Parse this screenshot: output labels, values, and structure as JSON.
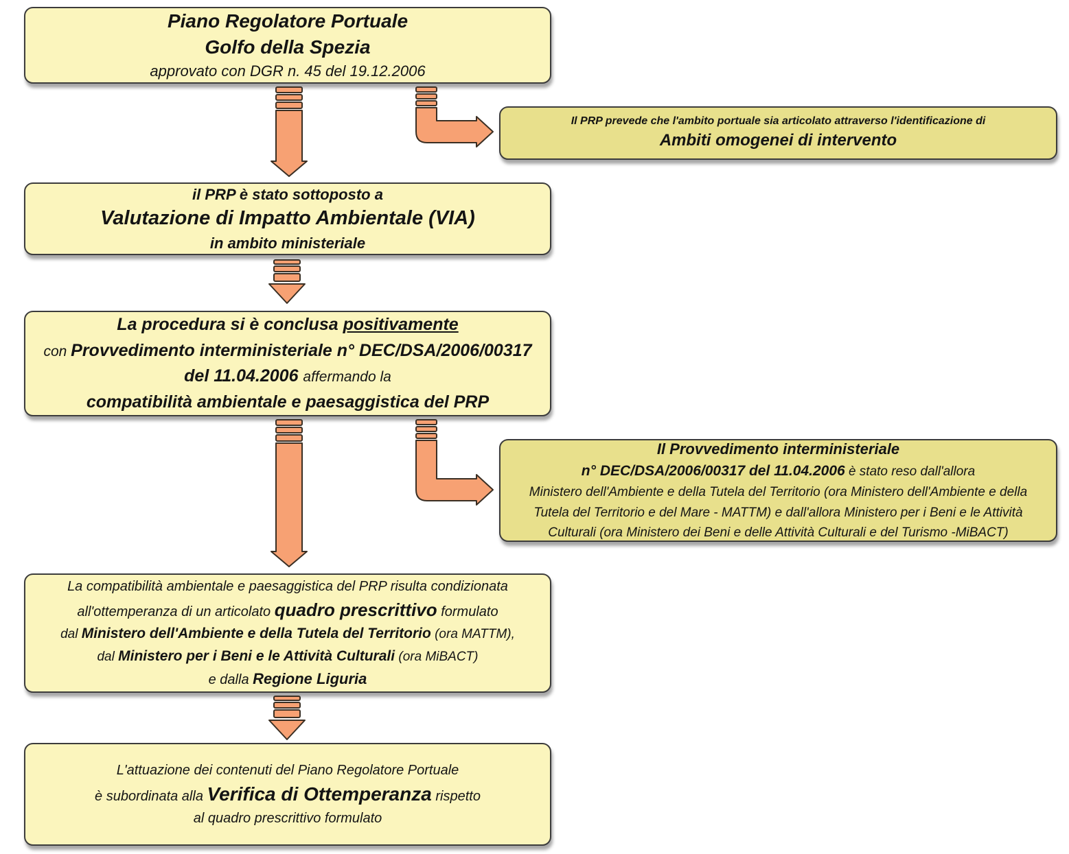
{
  "title": "Piano Regolatore Portuale Golfo della Spezia - iter di approvazione",
  "colors": {
    "background": "#ffffff",
    "main_box_fill": "#fbf5bd",
    "branch_box_fill": "#e8e08c",
    "box_border": "#3c3c3c",
    "arrow_fill": "#f7a173",
    "arrow_stroke": "#3a2f24",
    "text": "#141414"
  },
  "icons": {
    "down_arrow": "striped-down-arrow-icon",
    "elbow_arrow": "striped-elbow-right-arrow-icon"
  },
  "boxes": {
    "box1": {
      "line1": "Piano Regolatore Portuale",
      "line2": "Golfo della Spezia",
      "line3": "approvato con DGR n. 45 del 19.12.2006"
    },
    "branch1": {
      "line1": "Il PRP prevede che l'ambito portuale sia articolato attraverso l'identificazione di",
      "line2": "Ambiti omogenei di intervento"
    },
    "box2": {
      "line1": "il PRP è stato sottoposto a",
      "line2": "Valutazione di Impatto Ambientale (VIA)",
      "line3": "in ambito ministeriale"
    },
    "box3": {
      "line1_a": "La procedura si è conclusa ",
      "line1_b": "positivamente",
      "line2_a": "con ",
      "line2_b": "Provvedimento interministeriale n° DEC/DSA/2006/00317",
      "line3_a": "del 11.04.2006 ",
      "line3_b": "affermando la",
      "line4": "compatibilità ambientale e paesaggistica del PRP"
    },
    "branch2": {
      "line1": "Il Provvedimento interministeriale",
      "line2_a": "n° DEC/DSA/2006/00317 del 11.04.2006",
      "line2_b": " è stato reso dall'allora",
      "line3": "Ministero dell'Ambiente e della Tutela del Territorio (ora Ministero dell'Ambiente e della",
      "line4": "Tutela del Territorio e del Mare - MATTM) e dall'allora Ministero per i Beni e le Attività",
      "line5": "Culturali (ora Ministero dei Beni e delle Attività Culturali e del Turismo -MiBACT)"
    },
    "box4": {
      "line1": "La compatibilità ambientale e paesaggistica del PRP risulta condizionata",
      "line2_a": "all'ottemperanza di un articolato ",
      "line2_b": "quadro prescrittivo",
      "line2_c": " formulato",
      "line3_a": "dal ",
      "line3_b": "Ministero dell'Ambiente e della Tutela del Territorio",
      "line3_c": " (ora MATTM),",
      "line4_a": "dal ",
      "line4_b": "Ministero per i Beni e le Attività Culturali",
      "line4_c": " (ora MiBACT)",
      "line5_a": "e dalla ",
      "line5_b": "Regione Liguria"
    },
    "box5": {
      "line1": "L'attuazione dei contenuti del Piano Regolatore Portuale",
      "line2_a": "è subordinata alla ",
      "line2_b": "Verifica di Ottemperanza",
      "line2_c": " rispetto",
      "line3": "al quadro prescrittivo formulato"
    }
  }
}
